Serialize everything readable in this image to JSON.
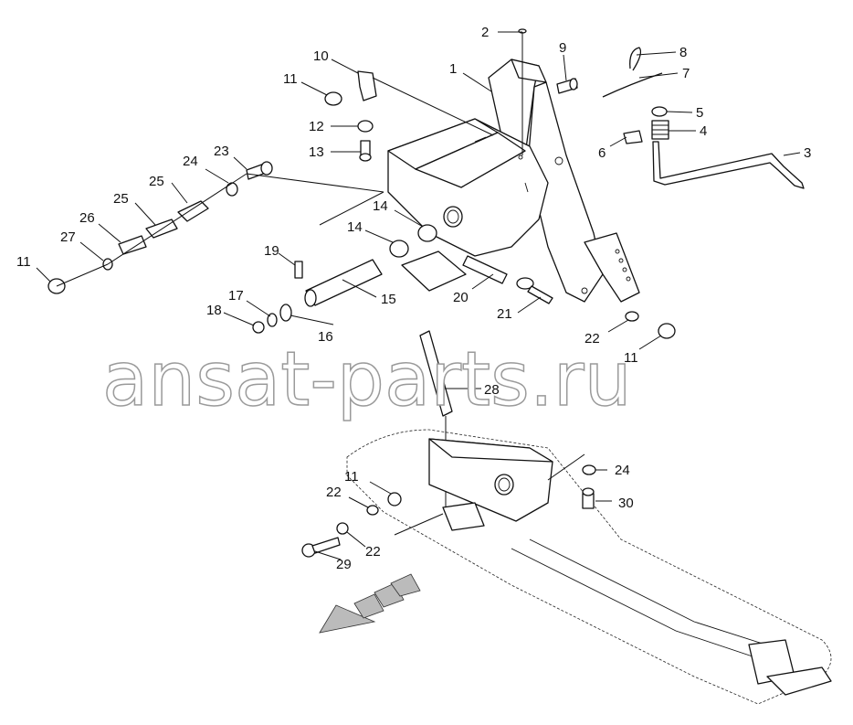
{
  "watermark": "ansat-parts.ru",
  "callouts": [
    "1",
    "2",
    "3",
    "4",
    "5",
    "6",
    "7",
    "8",
    "9",
    "10",
    "11",
    "12",
    "13",
    "14",
    "14",
    "15",
    "16",
    "17",
    "18",
    "19",
    "20",
    "21",
    "22",
    "11",
    "23",
    "24",
    "25",
    "26",
    "27",
    "11",
    "28",
    "24",
    "30",
    "11",
    "22",
    "22",
    "29"
  ]
}
